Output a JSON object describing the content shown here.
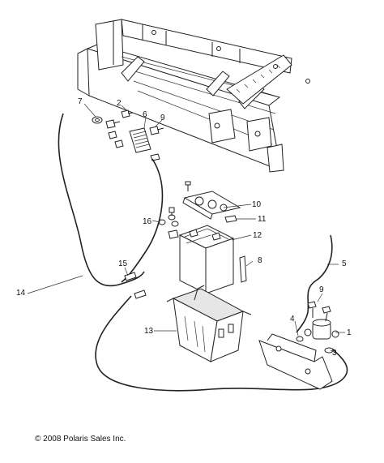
{
  "callouts": [
    {
      "id": "c1",
      "label": "1"
    },
    {
      "id": "c2",
      "label": "2"
    },
    {
      "id": "c3",
      "label": "3"
    },
    {
      "id": "c4",
      "label": "4"
    },
    {
      "id": "c5",
      "label": "5"
    },
    {
      "id": "c6",
      "label": "6"
    },
    {
      "id": "c7",
      "label": "7"
    },
    {
      "id": "c8",
      "label": "8"
    },
    {
      "id": "c9a",
      "label": "9"
    },
    {
      "id": "c9b",
      "label": "9"
    },
    {
      "id": "c10",
      "label": "10"
    },
    {
      "id": "c11",
      "label": "11"
    },
    {
      "id": "c12",
      "label": "12"
    },
    {
      "id": "c13",
      "label": "13"
    },
    {
      "id": "c14",
      "label": "14"
    },
    {
      "id": "c15",
      "label": "15"
    },
    {
      "id": "c16",
      "label": "16"
    }
  ],
  "copyright": "© 2008 Polaris Sales Inc."
}
